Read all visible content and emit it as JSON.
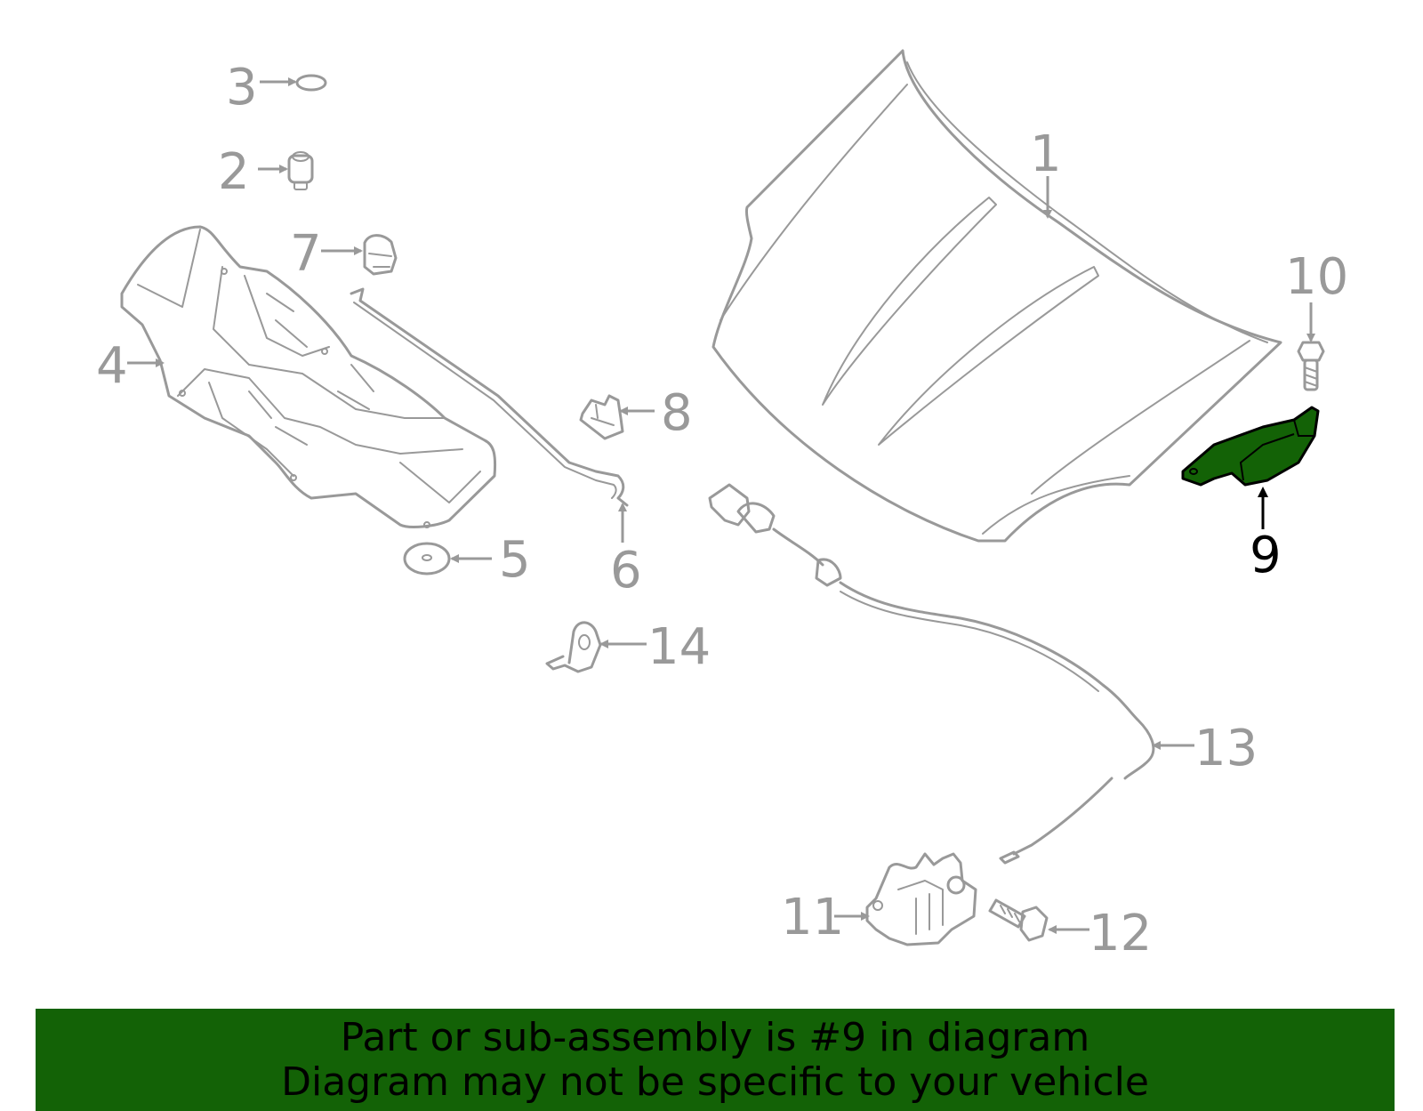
{
  "colors": {
    "highlight_fill": "#136206",
    "banner_background": "#136206",
    "part_stroke": "#999999",
    "highlight_text": "#000000"
  },
  "highlighted_part": "9",
  "callouts": {
    "c1": "1",
    "c2": "2",
    "c3": "3",
    "c4": "4",
    "c5": "5",
    "c6": "6",
    "c7": "7",
    "c8": "8",
    "c9": "9",
    "c10": "10",
    "c11": "11",
    "c12": "12",
    "c13": "13",
    "c14": "14"
  },
  "banner": {
    "line1": "Part or sub-assembly is #9 in diagram",
    "line2": "Diagram may not be specific to your vehicle"
  }
}
